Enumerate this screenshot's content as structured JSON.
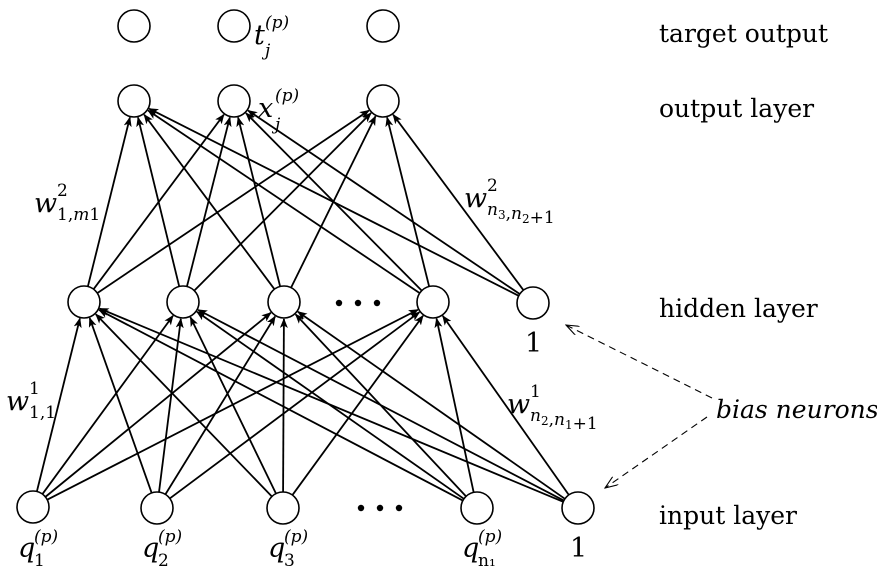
{
  "layers": {
    "target_output": {
      "label": "target output",
      "node_count": 3,
      "node_label": {
        "base": "t",
        "sub": "j",
        "sup": "(p)"
      }
    },
    "output_layer": {
      "label": "output layer",
      "node_count": 3,
      "node_label": {
        "base": "x",
        "sub": "j",
        "sup": "(p)"
      }
    },
    "hidden_layer": {
      "label": "hidden layer",
      "node_count": 4,
      "has_ellipsis": true,
      "bias_label": "1"
    },
    "input_layer": {
      "label": "input layer",
      "node_count": 4,
      "has_ellipsis": true,
      "bias_label": "1",
      "node_labels": [
        {
          "base": "q",
          "sub": "1",
          "sup": "(p)"
        },
        {
          "base": "q",
          "sub": "2",
          "sup": "(p)"
        },
        {
          "base": "q",
          "sub": "3",
          "sup": "(p)"
        },
        {
          "base": "q",
          "sub": "n₁",
          "sup": "(p)"
        }
      ]
    }
  },
  "weights": {
    "w2_first": {
      "base": "w",
      "sup": "2",
      "sub": "1,m1"
    },
    "w2_last": {
      "base": "w",
      "sup": "2",
      "sub_parts": [
        "n",
        "3",
        ",",
        "n",
        "2",
        "+1"
      ]
    },
    "w1_first": {
      "base": "w",
      "sup": "1",
      "sub": "1,1"
    },
    "w1_last": {
      "base": "w",
      "sup": "1",
      "sub_parts": [
        "n",
        "2",
        ",",
        "n",
        "1",
        "+1"
      ]
    }
  },
  "annotation": {
    "text": "bias neurons",
    "points_to": [
      "hidden_layer.bias",
      "input_layer.bias"
    ]
  },
  "connections": {
    "input_to_hidden": "all inputs (incl. bias) to all non-bias hidden neurons",
    "hidden_to_output": "all hidden neurons (incl. bias) to all output neurons"
  },
  "ellipsis": "• • •"
}
